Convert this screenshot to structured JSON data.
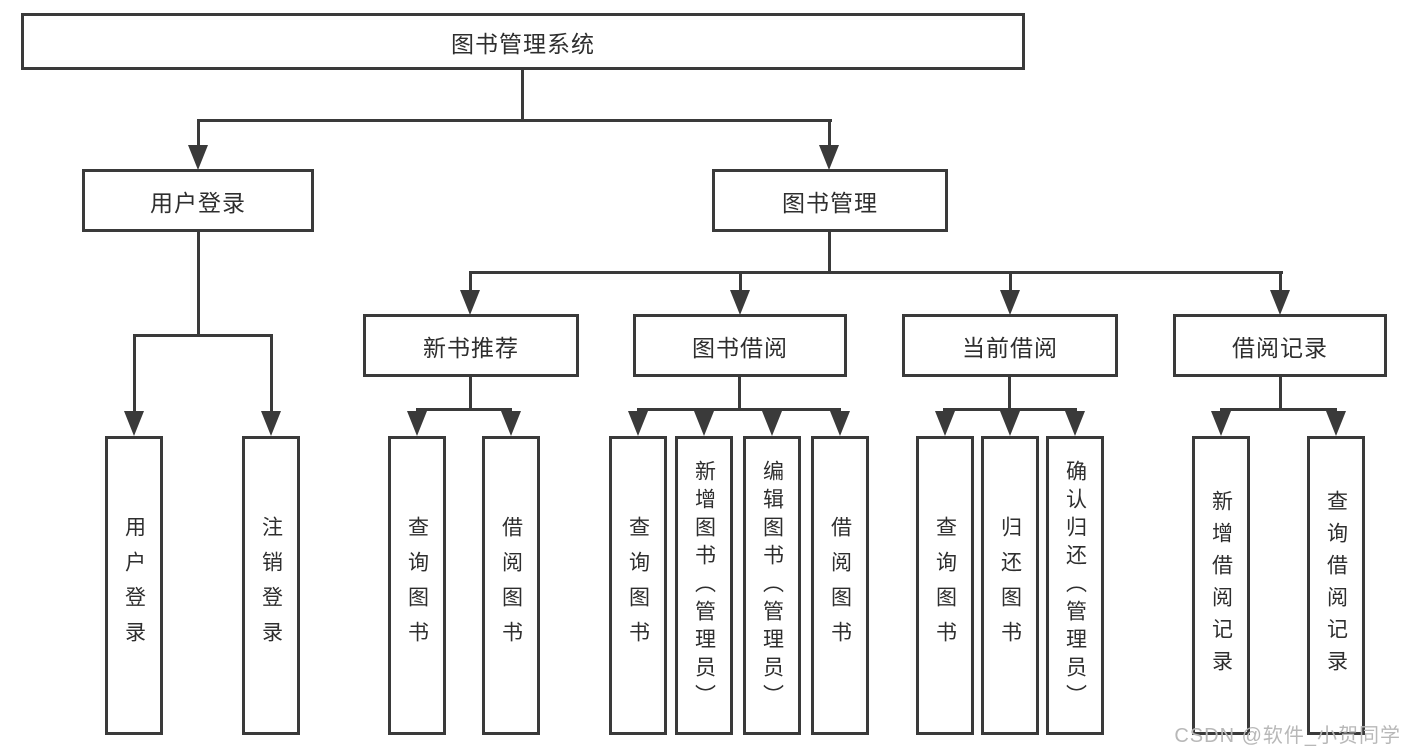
{
  "diagram": {
    "title_node": {
      "label": "图书管理系统"
    },
    "level2": {
      "user_login": {
        "label": "用户登录"
      },
      "book_management": {
        "label": "图书管理"
      }
    },
    "level3": {
      "new_book_recommend": {
        "label": "新书推荐"
      },
      "book_borrow": {
        "label": "图书借阅"
      },
      "current_borrow": {
        "label": "当前借阅"
      },
      "borrow_records": {
        "label": "借阅记录"
      }
    },
    "leaves": {
      "user_login": [
        "用户登录",
        "注销登录"
      ],
      "new_book_recommend": [
        "查询图书",
        "借阅图书"
      ],
      "book_borrow": [
        "查询图书",
        "新增图书（管理员）",
        "编辑图书（管理员）",
        "借阅图书"
      ],
      "current_borrow": [
        "查询图书",
        "归还图书",
        "确认归还（管理员）"
      ],
      "borrow_records": [
        "新增借阅记录",
        "查询借阅记录"
      ]
    },
    "colors": {
      "line": "#3a3a3a",
      "text": "#2e2e2e",
      "background": "#ffffff",
      "watermark_text": "#b8b8b8"
    },
    "watermark": "CSDN @软件_小贺同学"
  }
}
